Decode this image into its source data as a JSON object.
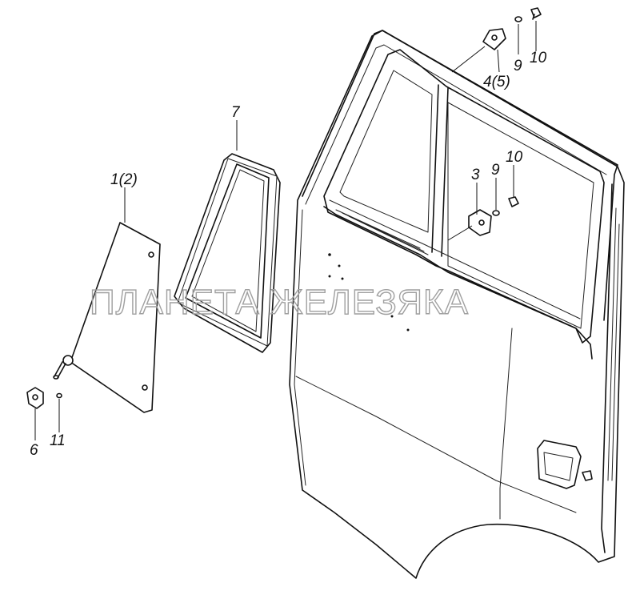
{
  "callouts": {
    "glass": "1(2)",
    "seal": "7",
    "bracket_upper": "4(5)",
    "washer_upper": "9",
    "bolt_upper": "10",
    "bracket_lower": "3",
    "washer_lower": "9",
    "bolt_lower": "10",
    "clip": "6",
    "screw": "11"
  },
  "watermark": "ПЛАНЕТА ЖЕЛЕЗЯКА",
  "colors": {
    "line": "#111111",
    "watermark_outline": "#a0a0a0",
    "background": "#ffffff"
  }
}
